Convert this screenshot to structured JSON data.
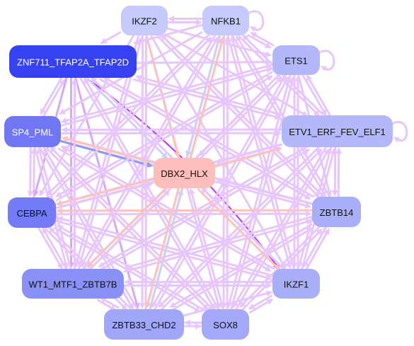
{
  "nodes": [
    {
      "id": "ikzf2",
      "label": "IKZF2",
      "fill": "#c5c9fb",
      "text": "#111111"
    },
    {
      "id": "nfkb1",
      "label": "NFKB1",
      "fill": "#c5c9fb",
      "text": "#111111"
    },
    {
      "id": "znf711",
      "label": "ZNF711_TFAP2A_TFAP2D",
      "fill": "#3642f2",
      "text": "#ffffff"
    },
    {
      "id": "ets1",
      "label": "ETS1",
      "fill": "#b3b8fa",
      "text": "#111111"
    },
    {
      "id": "sp4",
      "label": "SP4_PML",
      "fill": "#7177f4",
      "text": "#ffffff"
    },
    {
      "id": "etv1",
      "label": "ETV1_ERF_FEV_ELF1",
      "fill": "#b3b8fa",
      "text": "#111111"
    },
    {
      "id": "dbx2",
      "label": "DBX2_HLX",
      "fill": "#fdbdbb",
      "text": "#111111"
    },
    {
      "id": "cebpa",
      "label": "CEBPA",
      "fill": "#737cf6",
      "text": "#111111"
    },
    {
      "id": "zbtb14",
      "label": "ZBTB14",
      "fill": "#a9aef9",
      "text": "#111111"
    },
    {
      "id": "wt1",
      "label": "WT1_MTF1_ZBTB7B",
      "fill": "#8990f6",
      "text": "#111111"
    },
    {
      "id": "ikzf1",
      "label": "IKZF1",
      "fill": "#a9aef9",
      "text": "#111111"
    },
    {
      "id": "zbtb33",
      "label": "ZBTB33_CHD2",
      "fill": "#a1a7f8",
      "text": "#111111"
    },
    {
      "id": "sox8",
      "label": "SOX8",
      "fill": "#a4aaf9",
      "text": "#111111"
    }
  ],
  "edges": [
    {
      "from": "ikzf2",
      "to": "nfkb1",
      "color": "#e6c6fb"
    },
    {
      "from": "nfkb1",
      "to": "ikzf2",
      "color": "#e6c6fb"
    },
    {
      "from": "nfkb1",
      "to": "nfkb1",
      "color": "#e6c6fb"
    },
    {
      "from": "ets1",
      "to": "ets1",
      "color": "#e6c6fb"
    },
    {
      "from": "etv1",
      "to": "etv1",
      "color": "#e6c6fb"
    },
    {
      "from": "ikzf2",
      "to": "znf711",
      "color": "#e6c6fb"
    },
    {
      "from": "znf711",
      "to": "ets1",
      "color": "#e6c6fb"
    },
    {
      "from": "nfkb1",
      "to": "ets1",
      "color": "#e6c6fb"
    },
    {
      "from": "ets1",
      "to": "nfkb1",
      "color": "#e6c6fb"
    },
    {
      "from": "ets1",
      "to": "etv1",
      "color": "#e6c6fb"
    },
    {
      "from": "etv1",
      "to": "ets1",
      "color": "#e6c6fb"
    },
    {
      "from": "znf711",
      "to": "sp4",
      "color": "#e6c6fb"
    },
    {
      "from": "sp4",
      "to": "znf711",
      "color": "#e6c6fb"
    },
    {
      "from": "sp4",
      "to": "etv1",
      "color": "#e6c6fb"
    },
    {
      "from": "etv1",
      "to": "zbtb14",
      "color": "#e6c6fb"
    },
    {
      "from": "zbtb14",
      "to": "etv1",
      "color": "#e6c6fb"
    },
    {
      "from": "sp4",
      "to": "cebpa",
      "color": "#e6c6fb"
    },
    {
      "from": "cebpa",
      "to": "sp4",
      "color": "#e6c6fb"
    },
    {
      "from": "cebpa",
      "to": "wt1",
      "color": "#e6c6fb"
    },
    {
      "from": "wt1",
      "to": "cebpa",
      "color": "#e6c6fb"
    },
    {
      "from": "zbtb14",
      "to": "ikzf1",
      "color": "#e6c6fb"
    },
    {
      "from": "ikzf1",
      "to": "zbtb14",
      "color": "#e6c6fb"
    },
    {
      "from": "wt1",
      "to": "zbtb33",
      "color": "#e6c6fb"
    },
    {
      "from": "zbtb33",
      "to": "sox8",
      "color": "#e6c6fb"
    },
    {
      "from": "sox8",
      "to": "ikzf1",
      "color": "#e6c6fb"
    },
    {
      "from": "ikzf1",
      "to": "sox8",
      "color": "#e6c6fb"
    },
    {
      "from": "znf711",
      "to": "wt1",
      "color": "#d9a6f8"
    },
    {
      "from": "znf711",
      "to": "cebpa",
      "color": "#d9a6f8"
    },
    {
      "from": "znf711",
      "to": "zbtb33",
      "color": "#d9a6f8"
    },
    {
      "from": "znf711",
      "to": "ikzf1",
      "color": "#b940f0"
    },
    {
      "from": "znf711",
      "to": "sox8",
      "color": "#e6c6fb"
    },
    {
      "from": "znf711",
      "to": "etv1",
      "color": "#e6c6fb"
    },
    {
      "from": "znf711",
      "to": "zbtb14",
      "color": "#e6c6fb"
    },
    {
      "from": "znf711",
      "to": "dbx2",
      "color": "#ccd0f4"
    },
    {
      "from": "ikzf2",
      "to": "ets1",
      "color": "#e6c6fb"
    },
    {
      "from": "ikzf2",
      "to": "etv1",
      "color": "#e6c6fb"
    },
    {
      "from": "ikzf2",
      "to": "zbtb14",
      "color": "#e6c6fb"
    },
    {
      "from": "ikzf2",
      "to": "ikzf1",
      "color": "#e6c6fb"
    },
    {
      "from": "ikzf2",
      "to": "sox8",
      "color": "#e6c6fb"
    },
    {
      "from": "ikzf2",
      "to": "zbtb33",
      "color": "#e6c6fb"
    },
    {
      "from": "ikzf2",
      "to": "wt1",
      "color": "#e6c6fb"
    },
    {
      "from": "ikzf2",
      "to": "cebpa",
      "color": "#e6c6fb"
    },
    {
      "from": "ikzf2",
      "to": "dbx2",
      "color": "#fcc2bd"
    },
    {
      "from": "nfkb1",
      "to": "znf711",
      "color": "#e6c6fb"
    },
    {
      "from": "nfkb1",
      "to": "etv1",
      "color": "#e6c6fb"
    },
    {
      "from": "nfkb1",
      "to": "zbtb14",
      "color": "#e6c6fb"
    },
    {
      "from": "nfkb1",
      "to": "ikzf1",
      "color": "#e6c6fb"
    },
    {
      "from": "nfkb1",
      "to": "sox8",
      "color": "#e6c6fb"
    },
    {
      "from": "nfkb1",
      "to": "zbtb33",
      "color": "#e6c6fb"
    },
    {
      "from": "nfkb1",
      "to": "wt1",
      "color": "#e6c6fb"
    },
    {
      "from": "nfkb1",
      "to": "cebpa",
      "color": "#e6c6fb"
    },
    {
      "from": "nfkb1",
      "to": "sp4",
      "color": "#e6c6fb"
    },
    {
      "from": "nfkb1",
      "to": "dbx2",
      "color": "#ccd0f4"
    },
    {
      "from": "ets1",
      "to": "sp4",
      "color": "#e6c6fb"
    },
    {
      "from": "ets1",
      "to": "cebpa",
      "color": "#e6c6fb"
    },
    {
      "from": "ets1",
      "to": "wt1",
      "color": "#e6c6fb"
    },
    {
      "from": "ets1",
      "to": "zbtb33",
      "color": "#e6c6fb"
    },
    {
      "from": "ets1",
      "to": "sox8",
      "color": "#e6c6fb"
    },
    {
      "from": "ets1",
      "to": "ikzf1",
      "color": "#e6c6fb"
    },
    {
      "from": "ets1",
      "to": "zbtb14",
      "color": "#e6c6fb"
    },
    {
      "from": "ets1",
      "to": "dbx2",
      "color": "#e6c6fb"
    },
    {
      "from": "sp4",
      "to": "ets1",
      "color": "#e6c6fb"
    },
    {
      "from": "sp4",
      "to": "zbtb14",
      "color": "#e6c6fb"
    },
    {
      "from": "sp4",
      "to": "ikzf1",
      "color": "#e6c6fb"
    },
    {
      "from": "sp4",
      "to": "sox8",
      "color": "#e6c6fb"
    },
    {
      "from": "sp4",
      "to": "zbtb33",
      "color": "#e6c6fb"
    },
    {
      "from": "sp4",
      "to": "wt1",
      "color": "#e6c6fb"
    },
    {
      "from": "sp4",
      "to": "dbx2",
      "color": "#8d9bee"
    },
    {
      "from": "etv1",
      "to": "sp4",
      "color": "#e6c6fb"
    },
    {
      "from": "etv1",
      "to": "cebpa",
      "color": "#e6c6fb"
    },
    {
      "from": "etv1",
      "to": "wt1",
      "color": "#e6c6fb"
    },
    {
      "from": "etv1",
      "to": "zbtb33",
      "color": "#e6c6fb"
    },
    {
      "from": "etv1",
      "to": "sox8",
      "color": "#e6c6fb"
    },
    {
      "from": "etv1",
      "to": "ikzf1",
      "color": "#e6c6fb"
    },
    {
      "from": "etv1",
      "to": "znf711",
      "color": "#e6c6fb"
    },
    {
      "from": "etv1",
      "to": "nfkb1",
      "color": "#e6c6fb"
    },
    {
      "from": "etv1",
      "to": "dbx2",
      "color": "#e6c6fb"
    },
    {
      "from": "cebpa",
      "to": "ets1",
      "color": "#e6c6fb"
    },
    {
      "from": "cebpa",
      "to": "etv1",
      "color": "#e6c6fb"
    },
    {
      "from": "cebpa",
      "to": "zbtb14",
      "color": "#e6c6fb"
    },
    {
      "from": "cebpa",
      "to": "ikzf1",
      "color": "#e6c6fb"
    },
    {
      "from": "cebpa",
      "to": "sox8",
      "color": "#e6c6fb"
    },
    {
      "from": "cebpa",
      "to": "zbtb33",
      "color": "#e6c6fb"
    },
    {
      "from": "cebpa",
      "to": "nfkb1",
      "color": "#e6c6fb"
    },
    {
      "from": "cebpa",
      "to": "dbx2",
      "color": "#e6c6fb"
    },
    {
      "from": "zbtb14",
      "to": "cebpa",
      "color": "#fcc2bd"
    },
    {
      "from": "zbtb14",
      "to": "sp4",
      "color": "#e6c6fb"
    },
    {
      "from": "zbtb14",
      "to": "wt1",
      "color": "#e6c6fb"
    },
    {
      "from": "zbtb14",
      "to": "zbtb33",
      "color": "#e6c6fb"
    },
    {
      "from": "zbtb14",
      "to": "sox8",
      "color": "#e6c6fb"
    },
    {
      "from": "zbtb14",
      "to": "znf711",
      "color": "#e6c6fb"
    },
    {
      "from": "zbtb14",
      "to": "nfkb1",
      "color": "#e6c6fb"
    },
    {
      "from": "zbtb14",
      "to": "ikzf2",
      "color": "#e6c6fb"
    },
    {
      "from": "zbtb14",
      "to": "dbx2",
      "color": "#e6c6fb"
    },
    {
      "from": "wt1",
      "to": "sp4",
      "color": "#e6c6fb"
    },
    {
      "from": "wt1",
      "to": "ets1",
      "color": "#e6c6fb"
    },
    {
      "from": "wt1",
      "to": "etv1",
      "color": "#e6c6fb"
    },
    {
      "from": "wt1",
      "to": "zbtb14",
      "color": "#e6c6fb"
    },
    {
      "from": "wt1",
      "to": "ikzf1",
      "color": "#e6c6fb"
    },
    {
      "from": "wt1",
      "to": "nfkb1",
      "color": "#e6c6fb"
    },
    {
      "from": "wt1",
      "to": "ikzf2",
      "color": "#e6c6fb"
    },
    {
      "from": "wt1",
      "to": "znf711",
      "color": "#e6c6fb"
    },
    {
      "from": "wt1",
      "to": "dbx2",
      "color": "#e6c6fb"
    },
    {
      "from": "ikzf1",
      "to": "cebpa",
      "color": "#e6c6fb"
    },
    {
      "from": "ikzf1",
      "to": "sp4",
      "color": "#e6c6fb"
    },
    {
      "from": "ikzf1",
      "to": "ets1",
      "color": "#e6c6fb"
    },
    {
      "from": "ikzf1",
      "to": "etv1",
      "color": "#e6c6fb"
    },
    {
      "from": "ikzf1",
      "to": "wt1",
      "color": "#e6c6fb"
    },
    {
      "from": "ikzf1",
      "to": "znf711",
      "color": "#e6c6fb"
    },
    {
      "from": "ikzf1",
      "to": "nfkb1",
      "color": "#e6c6fb"
    },
    {
      "from": "ikzf1",
      "to": "dbx2",
      "color": "#e6c6fb"
    },
    {
      "from": "zbtb33",
      "to": "nfkb1",
      "color": "#fcc2bd"
    },
    {
      "from": "zbtb33",
      "to": "ikzf2",
      "color": "#e6c6fb"
    },
    {
      "from": "zbtb33",
      "to": "ets1",
      "color": "#e6c6fb"
    },
    {
      "from": "zbtb33",
      "to": "etv1",
      "color": "#e6c6fb"
    },
    {
      "from": "zbtb33",
      "to": "zbtb14",
      "color": "#e6c6fb"
    },
    {
      "from": "zbtb33",
      "to": "ikzf1",
      "color": "#e6c6fb"
    },
    {
      "from": "zbtb33",
      "to": "wt1",
      "color": "#e6c6fb"
    },
    {
      "from": "zbtb33",
      "to": "cebpa",
      "color": "#e6c6fb"
    },
    {
      "from": "zbtb33",
      "to": "sp4",
      "color": "#e6c6fb"
    },
    {
      "from": "zbtb33",
      "to": "dbx2",
      "color": "#ccd0f4"
    },
    {
      "from": "sox8",
      "to": "nfkb1",
      "color": "#e6c6fb"
    },
    {
      "from": "sox8",
      "to": "ets1",
      "color": "#e6c6fb"
    },
    {
      "from": "sox8",
      "to": "etv1",
      "color": "#e6c6fb"
    },
    {
      "from": "sox8",
      "to": "zbtb14",
      "color": "#e6c6fb"
    },
    {
      "from": "sox8",
      "to": "zbtb33",
      "color": "#e6c6fb"
    },
    {
      "from": "sox8",
      "to": "cebpa",
      "color": "#e6c6fb"
    },
    {
      "from": "sox8",
      "to": "sp4",
      "color": "#e6c6fb"
    },
    {
      "from": "sox8",
      "to": "znf711",
      "color": "#e6c6fb"
    },
    {
      "from": "sox8",
      "to": "dbx2",
      "color": "#e6c6fb"
    },
    {
      "from": "dbx2",
      "to": "sp4",
      "color": "#fcc2bd"
    },
    {
      "from": "dbx2",
      "to": "etv1",
      "color": "#fcc2bd"
    },
    {
      "from": "dbx2",
      "to": "cebpa",
      "color": "#fcc2bd"
    },
    {
      "from": "dbx2",
      "to": "wt1",
      "color": "#fcc2bd"
    },
    {
      "from": "dbx2",
      "to": "ikzf1",
      "color": "#fcc2bd"
    },
    {
      "from": "dbx2",
      "to": "nfkb1",
      "color": "#fcc2bd"
    },
    {
      "from": "dbx2",
      "to": "zbtb33",
      "color": "#fcc2bd"
    },
    {
      "from": "zbtb14",
      "to": "ikzf2",
      "color": "#e6c6fb"
    }
  ]
}
